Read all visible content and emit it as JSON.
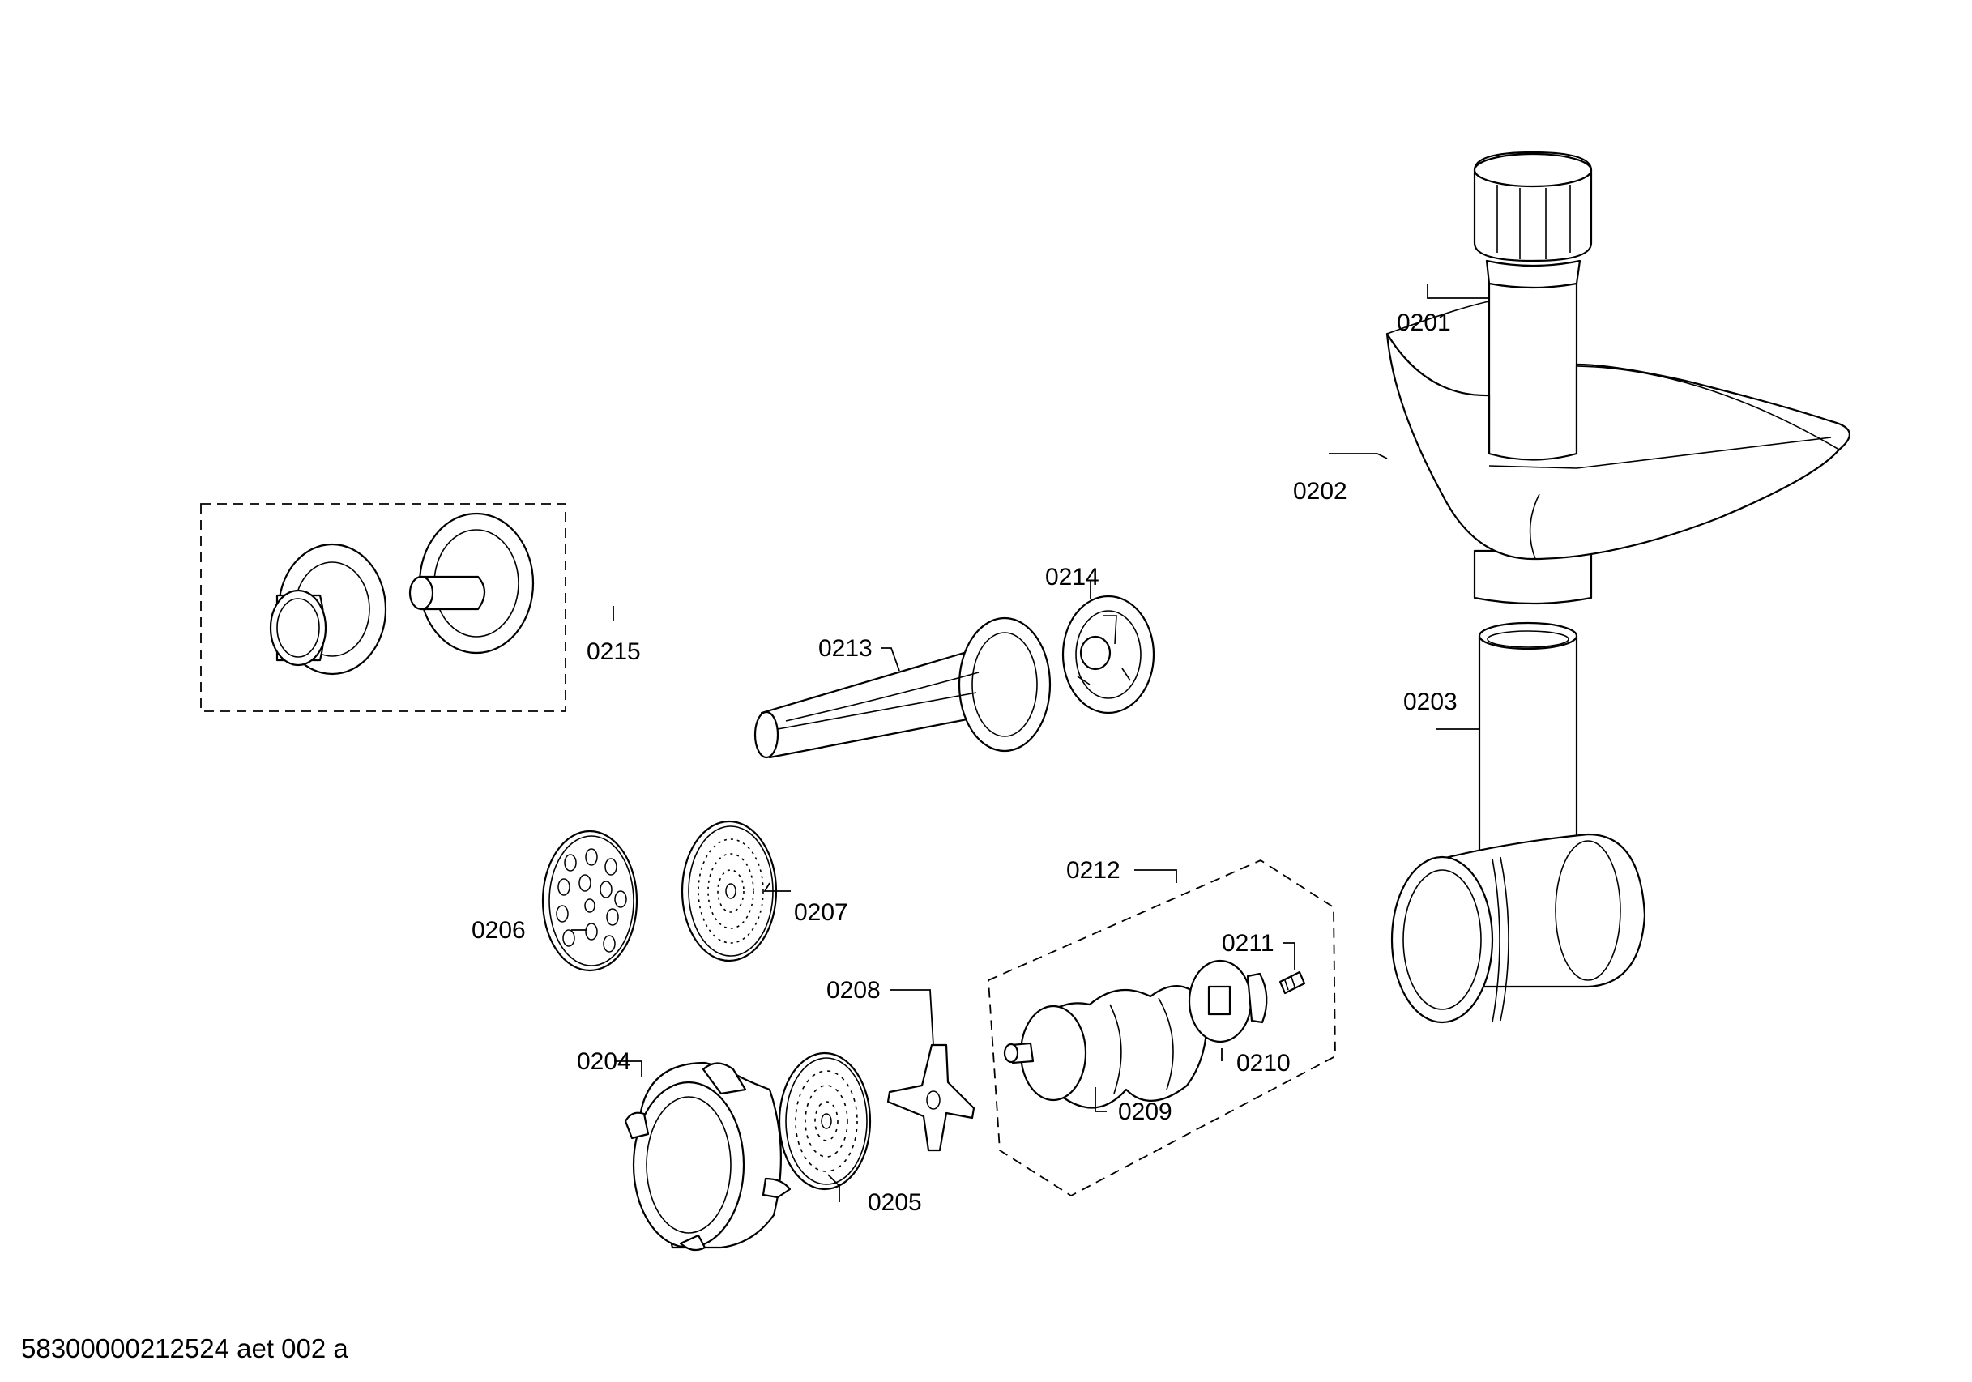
{
  "labels": {
    "p0201": "0201",
    "p0202": "0202",
    "p0203": "0203",
    "p0204": "0204",
    "p0205": "0205",
    "p0206": "0206",
    "p0207": "0207",
    "p0208": "0208",
    "p0209": "0209",
    "p0210": "0210",
    "p0211": "0211",
    "p0212": "0212",
    "p0213": "0213",
    "p0214": "0214",
    "p0215": "0215"
  },
  "footer": {
    "drawing_id": "58300000212524 aet 002 a"
  }
}
